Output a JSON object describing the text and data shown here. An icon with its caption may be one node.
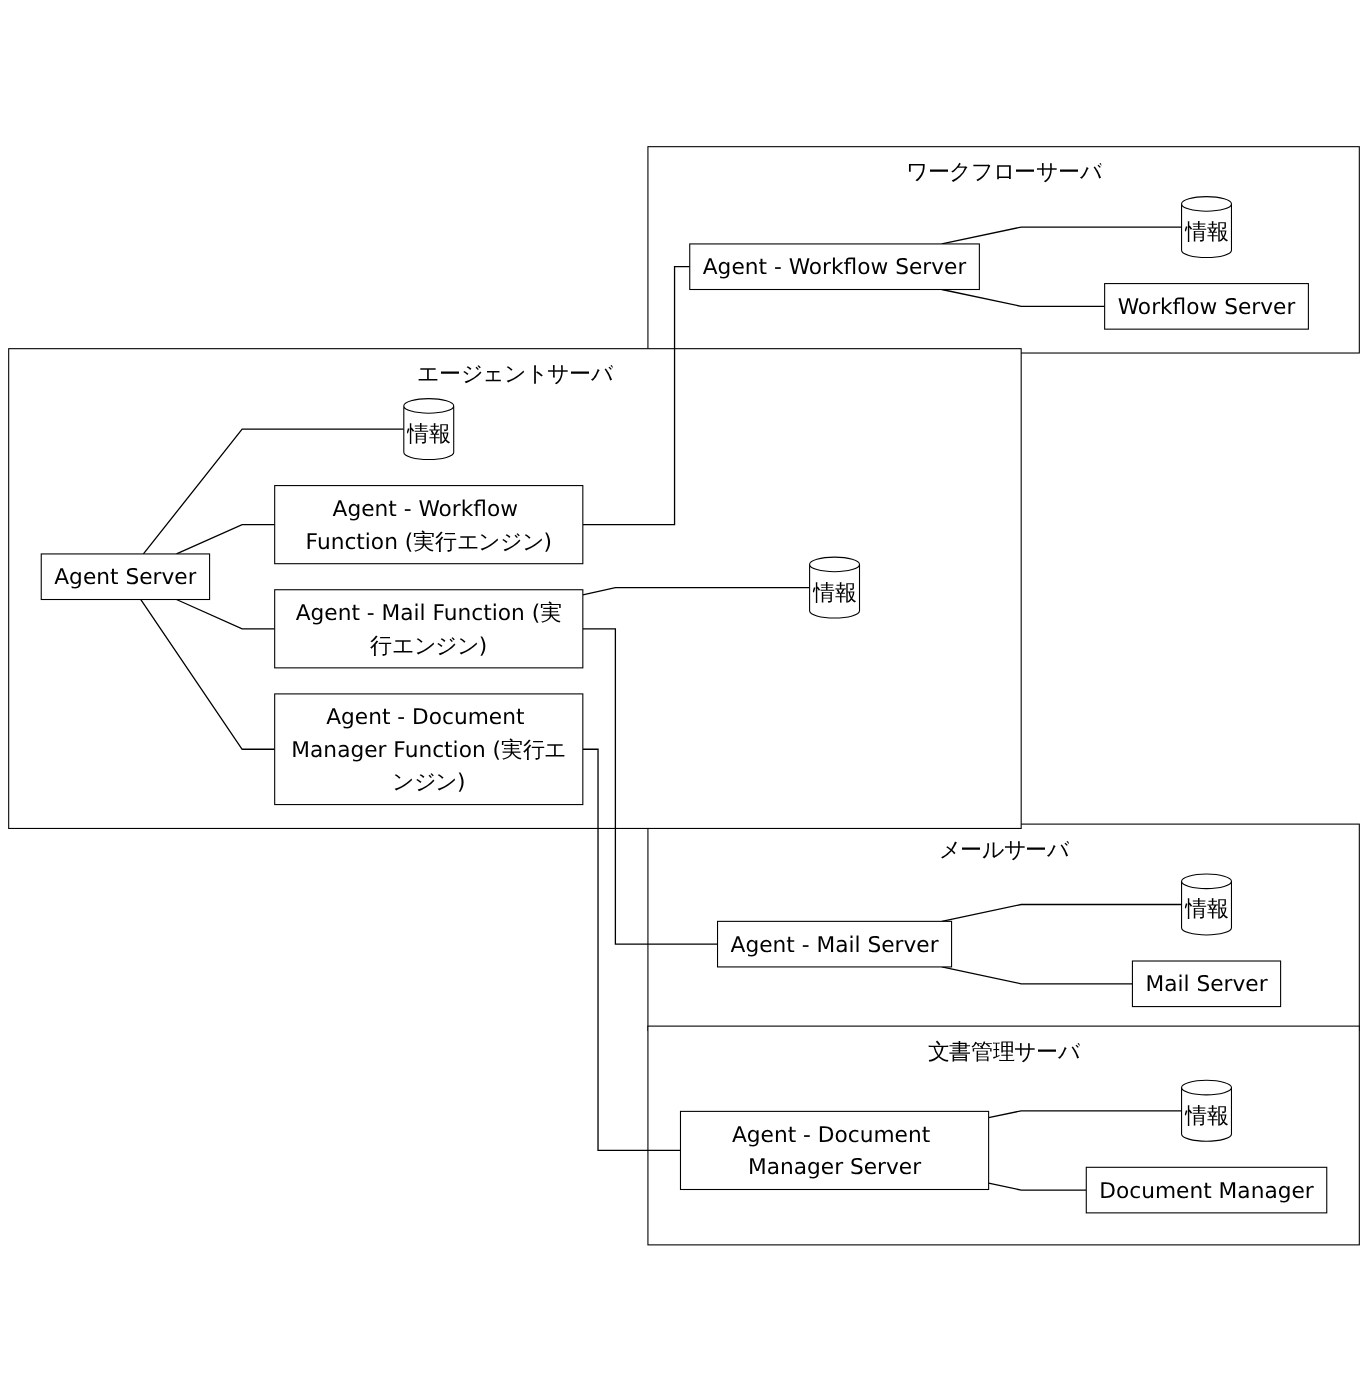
{
  "diagram": {
    "nodes": [
      {
        "text": [
          "エージェントサーバ"
        ]
      },
      {
        "text": [
          "Agent Server"
        ],
        "in": 0
      },
      {
        "text": [
          "情報"
        ],
        "in": 0
      },
      {
        "text": [
          "Agent - Workflow Function (実行エンジン)"
        ],
        "in": 0
      },
      {
        "text": [
          "Agent - Document Manager Function (実行エンジン)"
        ],
        "in": 0
      },
      {
        "text": [
          "Agent - Mail Function (実行エンジン)"
        ],
        "in": 0
      },
      {
        "text": [
          "情報"
        ],
        "in": 0
      },
      {
        "text": [
          "ワークフローサーバ"
        ]
      },
      {
        "text": [
          "Agent - Workflow Server"
        ],
        "in": 7
      },
      {
        "text": [
          "情報"
        ],
        "in": 7
      },
      {
        "text": [
          "Workflow Server"
        ],
        "in": 7
      },
      {
        "text": [
          "メールサーバ"
        ]
      },
      {
        "text": [
          "Agent - Mail Server"
        ],
        "in": 11
      },
      {
        "text": [
          "情報"
        ],
        "in": 11
      },
      {
        "text": [
          "Mail Server"
        ],
        "in": 11
      },
      {
        "text": [
          "文書管理サーバ"
        ]
      },
      {
        "text": [
          "Agent - Document Manager Server"
        ],
        "in": 15
      },
      {
        "text": [
          "情報"
        ],
        "in": 15
      },
      {
        "text": [
          "Document Manager"
        ],
        "in": 15
      }
    ],
    "edges": [
      {
        "from": 1,
        "to": 2,
        "arrow": "none"
      },
      {
        "from": 1,
        "to": 3,
        "arrow": "none"
      },
      {
        "from": 1,
        "to": 4,
        "arrow": "none"
      },
      {
        "from": 1,
        "to": 5,
        "arrow": "none"
      },
      {
        "from": 5,
        "to": 6,
        "arrow": "none"
      },
      {
        "from": 3,
        "to": 8,
        "arrow": "none"
      },
      {
        "from": 4,
        "to": 16,
        "arrow": "none"
      },
      {
        "from": 5,
        "to": 12,
        "arrow": "none"
      },
      {
        "from": 8,
        "to": 9,
        "arrow": "none"
      },
      {
        "from": 8,
        "to": 10,
        "arrow": "none"
      },
      {
        "from": 12,
        "to": 13,
        "arrow": "none"
      },
      {
        "from": 12,
        "to": 14,
        "arrow": "none"
      },
      {
        "from": 16,
        "to": 17,
        "arrow": "none"
      },
      {
        "from": 16,
        "to": 18,
        "arrow": "none"
      }
    ]
  }
}
